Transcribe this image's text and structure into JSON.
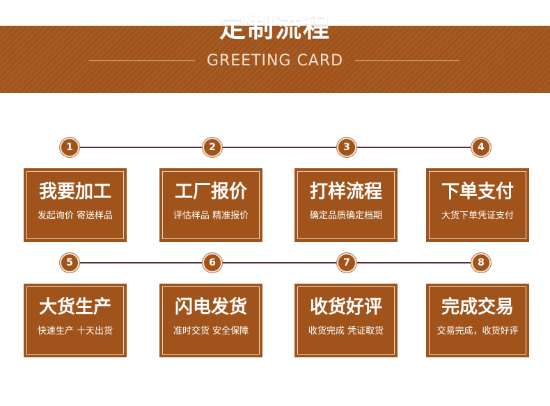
{
  "header": {
    "title": "定制流程",
    "subtitle": "GREETING CARD"
  },
  "colors": {
    "brand": "#a0541c",
    "connector": "#5a2746",
    "background": "#ffffff"
  },
  "steps": [
    {
      "number": "1",
      "title": "我要加工",
      "desc": "发起询价 寄送样品"
    },
    {
      "number": "2",
      "title": "工厂报价",
      "desc": "评估样品 精准报价"
    },
    {
      "number": "3",
      "title": "打样流程",
      "desc": "确定品质确定档期"
    },
    {
      "number": "4",
      "title": "下单支付",
      "desc": "大货下单凭证支付"
    },
    {
      "number": "5",
      "title": "大货生产",
      "desc": "快速生产 十天出货"
    },
    {
      "number": "6",
      "title": "闪电发货",
      "desc": "准时交货 安全保障"
    },
    {
      "number": "7",
      "title": "收货好评",
      "desc": "收货完成 凭证取货"
    },
    {
      "number": "8",
      "title": "完成交易",
      "desc": "交易完成，收货好评"
    }
  ]
}
